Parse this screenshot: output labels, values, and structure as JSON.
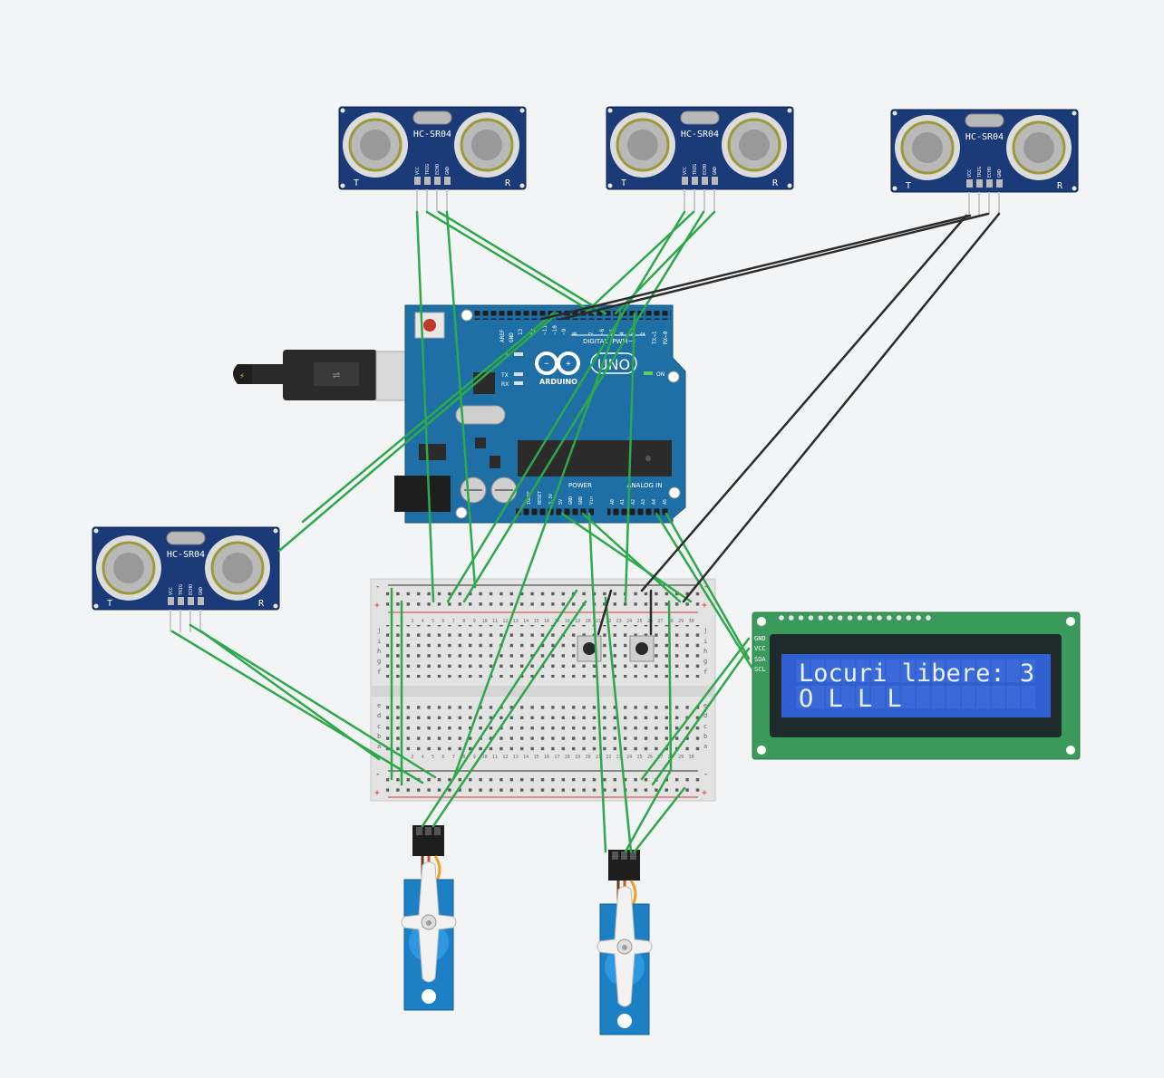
{
  "sensors": [
    {
      "id": "s1",
      "model": "HC-SR04",
      "pins": [
        "VCC",
        "TRIG",
        "ECHO",
        "GND"
      ],
      "t": "T",
      "r": "R"
    },
    {
      "id": "s2",
      "model": "HC-SR04",
      "pins": [
        "VCC",
        "TRIG",
        "ECHO",
        "GND"
      ],
      "t": "T",
      "r": "R"
    },
    {
      "id": "s3",
      "model": "HC-SR04",
      "pins": [
        "VCC",
        "TRIG",
        "ECHO",
        "GND"
      ],
      "t": "T",
      "r": "R"
    },
    {
      "id": "s4",
      "model": "HC-SR04",
      "pins": [
        "VCC",
        "TRIG",
        "ECHO",
        "GND"
      ],
      "t": "T",
      "r": "R"
    }
  ],
  "arduino": {
    "brand": "ARDUINO",
    "model": "UNO",
    "digital_label": "DIGITAL (PWM~)",
    "power_label": "POWER",
    "analog_label": "ANALOG IN",
    "on_label": "ON",
    "l_label": "L",
    "tx_label": "TX",
    "rx_label": "RX",
    "digital_pins": [
      "AREF",
      "GND",
      "13",
      "12",
      "~11",
      "~10",
      "~9",
      "8",
      "7",
      "~6",
      "~5",
      "4",
      "~3",
      "2",
      "TX→1",
      "RX←0"
    ],
    "power_pins": [
      "IOREF",
      "RESET",
      "3.3V",
      "5V",
      "GND",
      "GND",
      "Vin"
    ],
    "analog_pins": [
      "A0",
      "A1",
      "A2",
      "A3",
      "A4",
      "A5"
    ]
  },
  "breadboard": {
    "rows_top": [
      "j",
      "i",
      "h",
      "g",
      "f"
    ],
    "rows_bottom": [
      "e",
      "d",
      "c",
      "b",
      "a"
    ],
    "columns": [
      "1",
      "2",
      "3",
      "4",
      "5",
      "6",
      "7",
      "8",
      "9",
      "10",
      "11",
      "12",
      "13",
      "14",
      "15",
      "16",
      "17",
      "18",
      "19",
      "20",
      "21",
      "22",
      "23",
      "24",
      "25",
      "26",
      "27",
      "28",
      "29",
      "30"
    ],
    "plus": "+",
    "minus": "-"
  },
  "lcd": {
    "pins": [
      "GND",
      "VCC",
      "SDA",
      "SCL"
    ],
    "line1": "Locuri libere: 3",
    "line2": "O L L L"
  },
  "colors": {
    "wire_green": "#2ea84a",
    "wire_black": "#2b2b2b",
    "sensor_board": "#1b3a78",
    "arduino_board": "#1d6fa5",
    "lcd_board": "#3a9a5c",
    "lcd_screen": "#2f5fd0",
    "servo_body": "#1d7fc4",
    "background": "#f2f4f6"
  }
}
